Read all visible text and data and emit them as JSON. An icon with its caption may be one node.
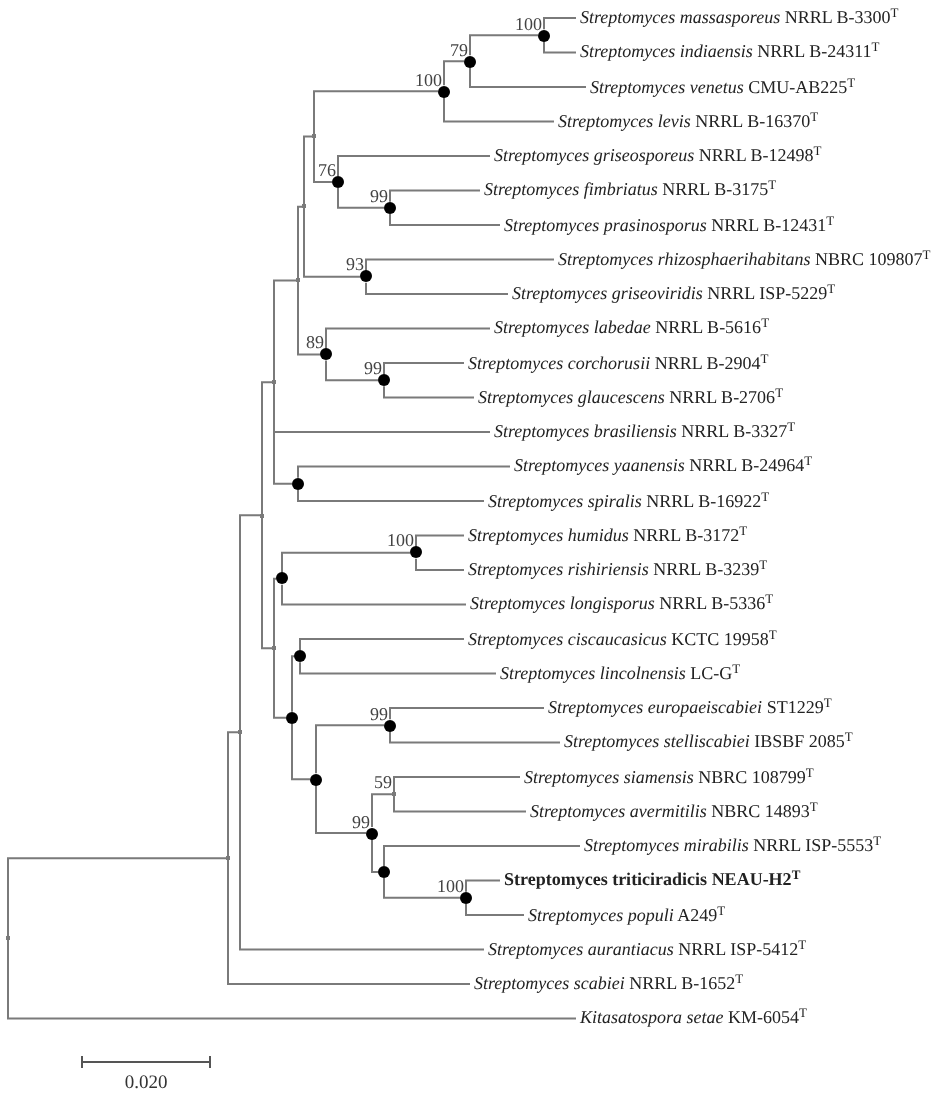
{
  "diagram": {
    "nodes": [
      {
        "text": [
          "*Streptomyces massasporeus* NRRL B-3300$^{T}$"
        ]
      },
      {
        "text": [
          "*Streptomyces indiaensis* NRRL B-24311$^{T}$"
        ]
      },
      {
        "text": [
          "*Streptomyces venetus* CMU-AB225$^{T}$"
        ]
      },
      {
        "text": [
          "*Streptomyces levis* NRRL B-16370$^{T}$"
        ]
      },
      {
        "text": [
          "*Streptomyces griseosporeus* NRRL B-12498$^{T}$"
        ]
      },
      {
        "text": [
          "*Streptomyces fimbriatus* NRRL B-3175$^{T}$"
        ]
      },
      {
        "text": [
          "*Streptomyces prasinosporus* NRRL B-12431$^{T}$"
        ]
      },
      {
        "text": [
          "*Streptomyces rhizosphaerihabitans* NBRC 109807$^{T}$"
        ]
      },
      {
        "text": [
          "*Streptomyces griseoviridis* NRRL ISP-5229$^{T}$"
        ]
      },
      {
        "text": [
          "*Streptomyces labedae* NRRL B-5616$^{T}$"
        ]
      },
      {
        "text": [
          "*Streptomyces corchorusii* NRRL B-2904$^{T}$"
        ]
      },
      {
        "text": [
          "*Streptomyces glaucescens* NRRL B-2706$^{T}$"
        ]
      },
      {
        "text": [
          "*Streptomyces brasiliensis* NRRL B-3327$^{T}$"
        ]
      },
      {
        "text": [
          "*Streptomyces yaanensis* NRRL B-24964$^{T}$"
        ]
      },
      {
        "text": [
          "*Streptomyces spiralis* NRRL B-16922$^{T}$"
        ]
      },
      {
        "text": [
          "*Streptomyces humidus* NRRL B-3172$^{T}$"
        ]
      },
      {
        "text": [
          "*Streptomyces rishiriensis* NRRL B-3239$^{T}$"
        ]
      },
      {
        "text": [
          "*Streptomyces longisporus* NRRL B-5336$^{T}$"
        ]
      },
      {
        "text": [
          "*Streptomyces ciscaucasicus* KCTC 19958$^{T}$"
        ]
      },
      {
        "text": [
          "*Streptomyces lincolnensis* LC-G$^{T}$"
        ]
      },
      {
        "text": [
          "*Streptomyces europaeiscabiei* ST1229$^{T}$"
        ]
      },
      {
        "text": [
          "*Streptomyces stelliscabiei* IBSBF 2085$^{T}$"
        ]
      },
      {
        "text": [
          "*Streptomyces siamensis* NBRC 108799$^{T}$"
        ]
      },
      {
        "text": [
          "*Streptomyces avermitilis* NBRC 14893$^{T}$"
        ]
      },
      {
        "text": [
          "*Streptomyces mirabilis* NRRL ISP-5553$^{T}$"
        ]
      },
      {
        "text": [
          "**Streptomyces triticiradicis** **NEAU-H2$^{T}$**"
        ]
      },
      {
        "text": [
          "*Streptomyces populi* A249$^{T}$"
        ]
      },
      {
        "text": [
          "*Streptomyces aurantiacus* NRRL ISP-5412$^{T}$"
        ]
      },
      {
        "text": [
          "*Streptomyces scabiei* NRRL B-1652$^{T}$"
        ]
      },
      {
        "text": [
          "*Kitasatospora setae* KM-6054$^{T}$"
        ]
      },
      {
        "text": [],
        "shape": "circle",
        "beside": [
          "100"
        ]
      },
      {
        "text": [],
        "shape": "circle",
        "beside": [
          "79"
        ]
      },
      {
        "text": [],
        "shape": "circle",
        "beside": [
          "100"
        ]
      },
      {
        "text": [],
        "shape": "circle",
        "beside": [
          "99"
        ]
      },
      {
        "text": [],
        "shape": "circle",
        "beside": [
          "76"
        ]
      },
      {
        "text": [],
        "shape": "point"
      },
      {
        "text": [],
        "shape": "circle",
        "beside": [
          "93"
        ]
      },
      {
        "text": [],
        "shape": "point"
      },
      {
        "text": [],
        "shape": "circle",
        "beside": [
          "99"
        ]
      },
      {
        "text": [],
        "shape": "circle",
        "beside": [
          "89"
        ]
      },
      {
        "text": [],
        "shape": "point"
      },
      {
        "text": [],
        "shape": "circle"
      },
      {
        "text": [],
        "shape": "point"
      },
      {
        "text": [],
        "shape": "circle",
        "beside": [
          "100"
        ]
      },
      {
        "text": [],
        "shape": "circle"
      },
      {
        "text": [],
        "shape": "circle"
      },
      {
        "text": [],
        "shape": "circle",
        "beside": [
          "99"
        ]
      },
      {
        "text": [],
        "shape": "point",
        "beside": [
          "59"
        ]
      },
      {
        "text": [],
        "shape": "circle",
        "beside": [
          "100"
        ]
      },
      {
        "text": [],
        "shape": "circle"
      },
      {
        "text": [],
        "shape": "circle",
        "beside": [
          "99"
        ]
      },
      {
        "text": [],
        "shape": "circle"
      },
      {
        "text": [],
        "shape": "circle"
      },
      {
        "text": [],
        "shape": "point"
      },
      {
        "text": [],
        "shape": "point"
      },
      {
        "text": [],
        "shape": "point"
      },
      {
        "text": [],
        "shape": "point"
      },
      {
        "text": [],
        "shape": "point"
      }
    ],
    "edges": [
      {
        "from": 30,
        "to": 0,
        "arrow": "none"
      },
      {
        "from": 30,
        "to": 1,
        "arrow": "none"
      },
      {
        "from": 31,
        "to": 30,
        "arrow": "none"
      },
      {
        "from": 31,
        "to": 2,
        "arrow": "none"
      },
      {
        "from": 32,
        "to": 31,
        "arrow": "none"
      },
      {
        "from": 32,
        "to": 3,
        "arrow": "none"
      },
      {
        "from": 33,
        "to": 5,
        "arrow": "none"
      },
      {
        "from": 33,
        "to": 6,
        "arrow": "none"
      },
      {
        "from": 34,
        "to": 4,
        "arrow": "none"
      },
      {
        "from": 34,
        "to": 33,
        "arrow": "none"
      },
      {
        "from": 35,
        "to": 32,
        "arrow": "none"
      },
      {
        "from": 35,
        "to": 34,
        "arrow": "none"
      },
      {
        "from": 36,
        "to": 7,
        "arrow": "none"
      },
      {
        "from": 36,
        "to": 8,
        "arrow": "none"
      },
      {
        "from": 37,
        "to": 35,
        "arrow": "none"
      },
      {
        "from": 37,
        "to": 36,
        "arrow": "none"
      },
      {
        "from": 38,
        "to": 10,
        "arrow": "none"
      },
      {
        "from": 38,
        "to": 11,
        "arrow": "none"
      },
      {
        "from": 39,
        "to": 9,
        "arrow": "none"
      },
      {
        "from": 39,
        "to": 38,
        "arrow": "none"
      },
      {
        "from": 40,
        "to": 37,
        "arrow": "none"
      },
      {
        "from": 40,
        "to": 39,
        "arrow": "none"
      },
      {
        "from": 41,
        "to": 13,
        "arrow": "none"
      },
      {
        "from": 41,
        "to": 14,
        "arrow": "none"
      },
      {
        "from": 42,
        "to": 40,
        "arrow": "none"
      },
      {
        "from": 42,
        "to": 12,
        "arrow": "none"
      },
      {
        "from": 42,
        "to": 41,
        "arrow": "none"
      },
      {
        "from": 43,
        "to": 15,
        "arrow": "none"
      },
      {
        "from": 43,
        "to": 16,
        "arrow": "none"
      },
      {
        "from": 44,
        "to": 43,
        "arrow": "none"
      },
      {
        "from": 44,
        "to": 17,
        "arrow": "none"
      },
      {
        "from": 45,
        "to": 18,
        "arrow": "none"
      },
      {
        "from": 45,
        "to": 19,
        "arrow": "none"
      },
      {
        "from": 46,
        "to": 20,
        "arrow": "none"
      },
      {
        "from": 46,
        "to": 21,
        "arrow": "none"
      },
      {
        "from": 47,
        "to": 22,
        "arrow": "none"
      },
      {
        "from": 47,
        "to": 23,
        "arrow": "none"
      },
      {
        "from": 48,
        "to": 25,
        "arrow": "none"
      },
      {
        "from": 48,
        "to": 26,
        "arrow": "none"
      },
      {
        "from": 49,
        "to": 24,
        "arrow": "none"
      },
      {
        "from": 49,
        "to": 48,
        "arrow": "none"
      },
      {
        "from": 50,
        "to": 47,
        "arrow": "none"
      },
      {
        "from": 50,
        "to": 49,
        "arrow": "none"
      },
      {
        "from": 51,
        "to": 46,
        "arrow": "none"
      },
      {
        "from": 51,
        "to": 50,
        "arrow": "none"
      },
      {
        "from": 52,
        "to": 45,
        "arrow": "none"
      },
      {
        "from": 52,
        "to": 51,
        "arrow": "none"
      },
      {
        "from": 53,
        "to": 44,
        "arrow": "none"
      },
      {
        "from": 53,
        "to": 52,
        "arrow": "none"
      },
      {
        "from": 54,
        "to": 42,
        "arrow": "none"
      },
      {
        "from": 54,
        "to": 53,
        "arrow": "none"
      },
      {
        "from": 55,
        "to": 54,
        "arrow": "none"
      },
      {
        "from": 55,
        "to": 27,
        "arrow": "none"
      },
      {
        "from": 56,
        "to": 55,
        "arrow": "none"
      },
      {
        "from": 56,
        "to": 28,
        "arrow": "none"
      },
      {
        "from": 57,
        "to": 56,
        "arrow": "none"
      },
      {
        "from": 57,
        "to": 29,
        "arrow": "none"
      }
    ],
    "labels": [
      "0.020"
    ]
  }
}
